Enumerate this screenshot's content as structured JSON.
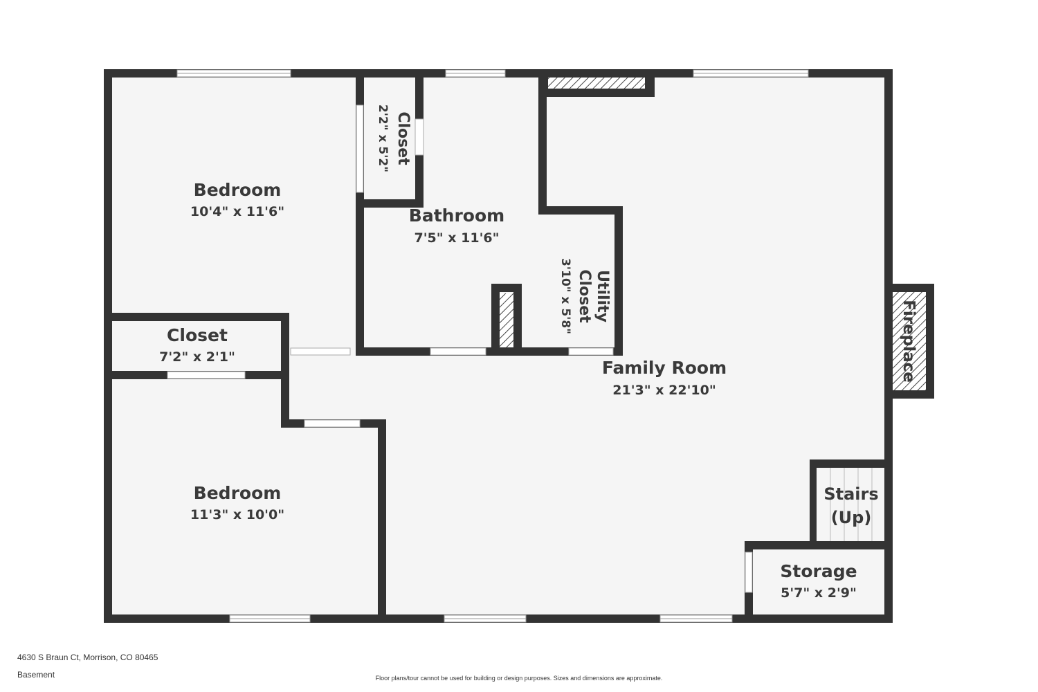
{
  "rooms": {
    "bedroom_top": {
      "name": "Bedroom",
      "dim": "10'4\" x 11'6\""
    },
    "closet_top": {
      "name": "Closet",
      "dim": "2'2\" x 5'2\""
    },
    "bathroom": {
      "name": "Bathroom",
      "dim": "7'5\" x 11'6\""
    },
    "utility_closet": {
      "name1": "Utility",
      "name2": "Closet",
      "dim": "3'10\" x 5'8\""
    },
    "closet_mid": {
      "name": "Closet",
      "dim": "7'2\" x 2'1\""
    },
    "family_room": {
      "name": "Family Room",
      "dim": "21'3\" x 22'10\""
    },
    "fireplace": {
      "name": "Fireplace"
    },
    "stairs": {
      "name1": "Stairs",
      "name2": "(Up)"
    },
    "storage": {
      "name": "Storage",
      "dim": "5'7\" x 2'9\""
    },
    "bedroom_bottom": {
      "name": "Bedroom",
      "dim": "11'3\" x 10'0\""
    }
  },
  "footer": {
    "address": "4630 S Braun Ct, Morrison, CO 80465",
    "level": "Basement",
    "disclaimer": "Floor plans/tour cannot be used for building or design purposes. Sizes and dimensions are approximate."
  },
  "colors": {
    "wall": "#333333",
    "floor": "#f5f5f5",
    "text": "#3a3a3a"
  }
}
